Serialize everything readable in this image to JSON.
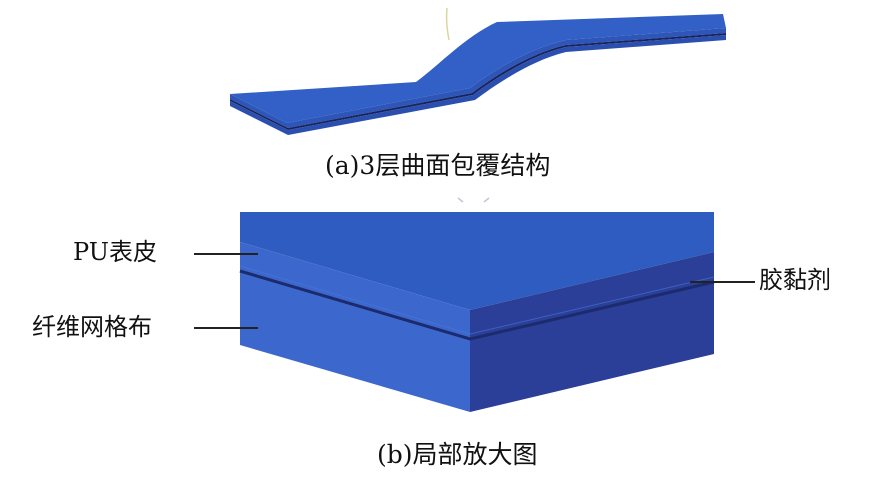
{
  "figure": {
    "caption_a": "(a)3层曲面包覆结构",
    "caption_b": "(b)局部放大图",
    "labels": {
      "pu_skin": "PU表皮",
      "fiber_mesh": "纤维网格布",
      "adhesive": "胶黏剂"
    },
    "colors": {
      "top_face": "#2f5cc0",
      "front_left_face": "#3a66cc",
      "right_face": "#2b3f9a",
      "adhesive_line": "#1c2a6e",
      "leader_line": "#222222"
    },
    "layer_count": 3
  }
}
